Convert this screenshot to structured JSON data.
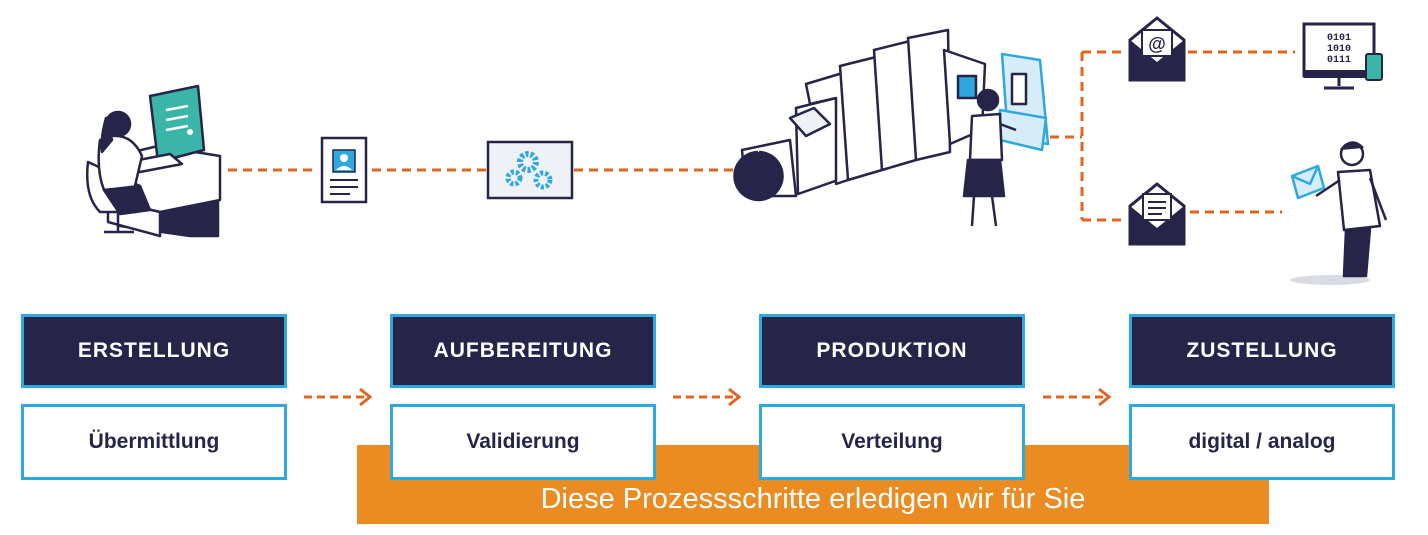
{
  "colors": {
    "navy": "#262448",
    "blue": "#2fa8df",
    "orange": "#ea8c22",
    "connector": "#e2641f"
  },
  "icons": {
    "creation": "person-at-computer-icon",
    "document": "document-with-photo-icon",
    "processing": "gears-icon",
    "printer": "production-printer-icon",
    "email": "email-envelope-icon",
    "letter": "letter-envelope-icon",
    "digital": "computer-and-phone-binary-icon",
    "recipient": "person-receiving-letter-icon"
  },
  "screen_code": [
    "0101",
    "1010",
    "0111"
  ],
  "email_symbol": "@",
  "stages": [
    {
      "title": "ERSTELLUNG",
      "subtitle": "Übermittlung"
    },
    {
      "title": "AUFBEREITUNG",
      "subtitle": "Validierung"
    },
    {
      "title": "PRODUKTION",
      "subtitle": "Verteilung"
    },
    {
      "title": "ZUSTELLUNG",
      "subtitle": "digital / analog"
    }
  ],
  "banner": {
    "text": "Diese Prozessschritte erledigen wir für Sie"
  }
}
